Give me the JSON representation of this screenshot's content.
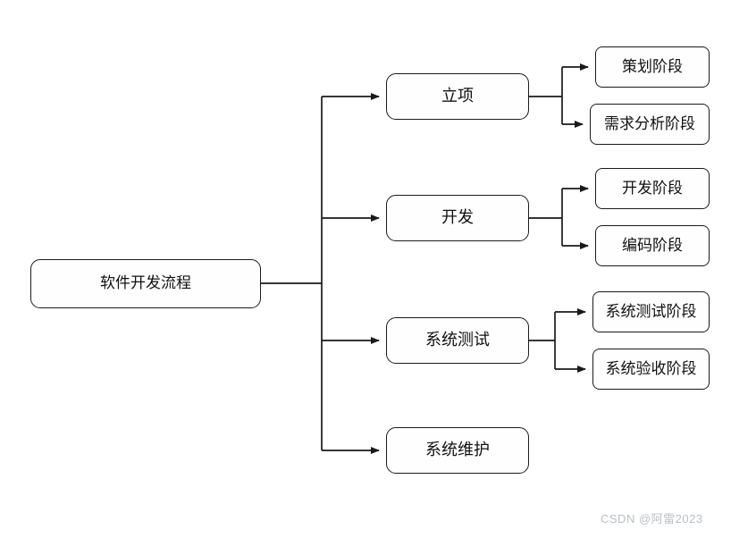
{
  "diagram": {
    "title": "软件开发流程",
    "type": "flowchart-tree",
    "root": {
      "label": "软件开发流程"
    },
    "level2": [
      {
        "label": "立项"
      },
      {
        "label": "开发"
      },
      {
        "label": "系统测试"
      },
      {
        "label": "系统维护"
      }
    ],
    "level3": {
      "lixiang": [
        {
          "label": "策划阶段"
        },
        {
          "label": "需求分析阶段"
        }
      ],
      "kaifa": [
        {
          "label": "开发阶段"
        },
        {
          "label": "编码阶段"
        }
      ],
      "ceshi": [
        {
          "label": "系统测试阶段"
        },
        {
          "label": "系统验收阶段"
        }
      ]
    },
    "colors": {
      "background": "#ffffff",
      "node_fill": "#fefefe",
      "node_border": "#1a1a1a",
      "edge": "#1a1a1a",
      "text": "#111111",
      "watermark": "#b9bfc6"
    }
  },
  "watermark": {
    "text": "CSDN @阿雷2023"
  }
}
